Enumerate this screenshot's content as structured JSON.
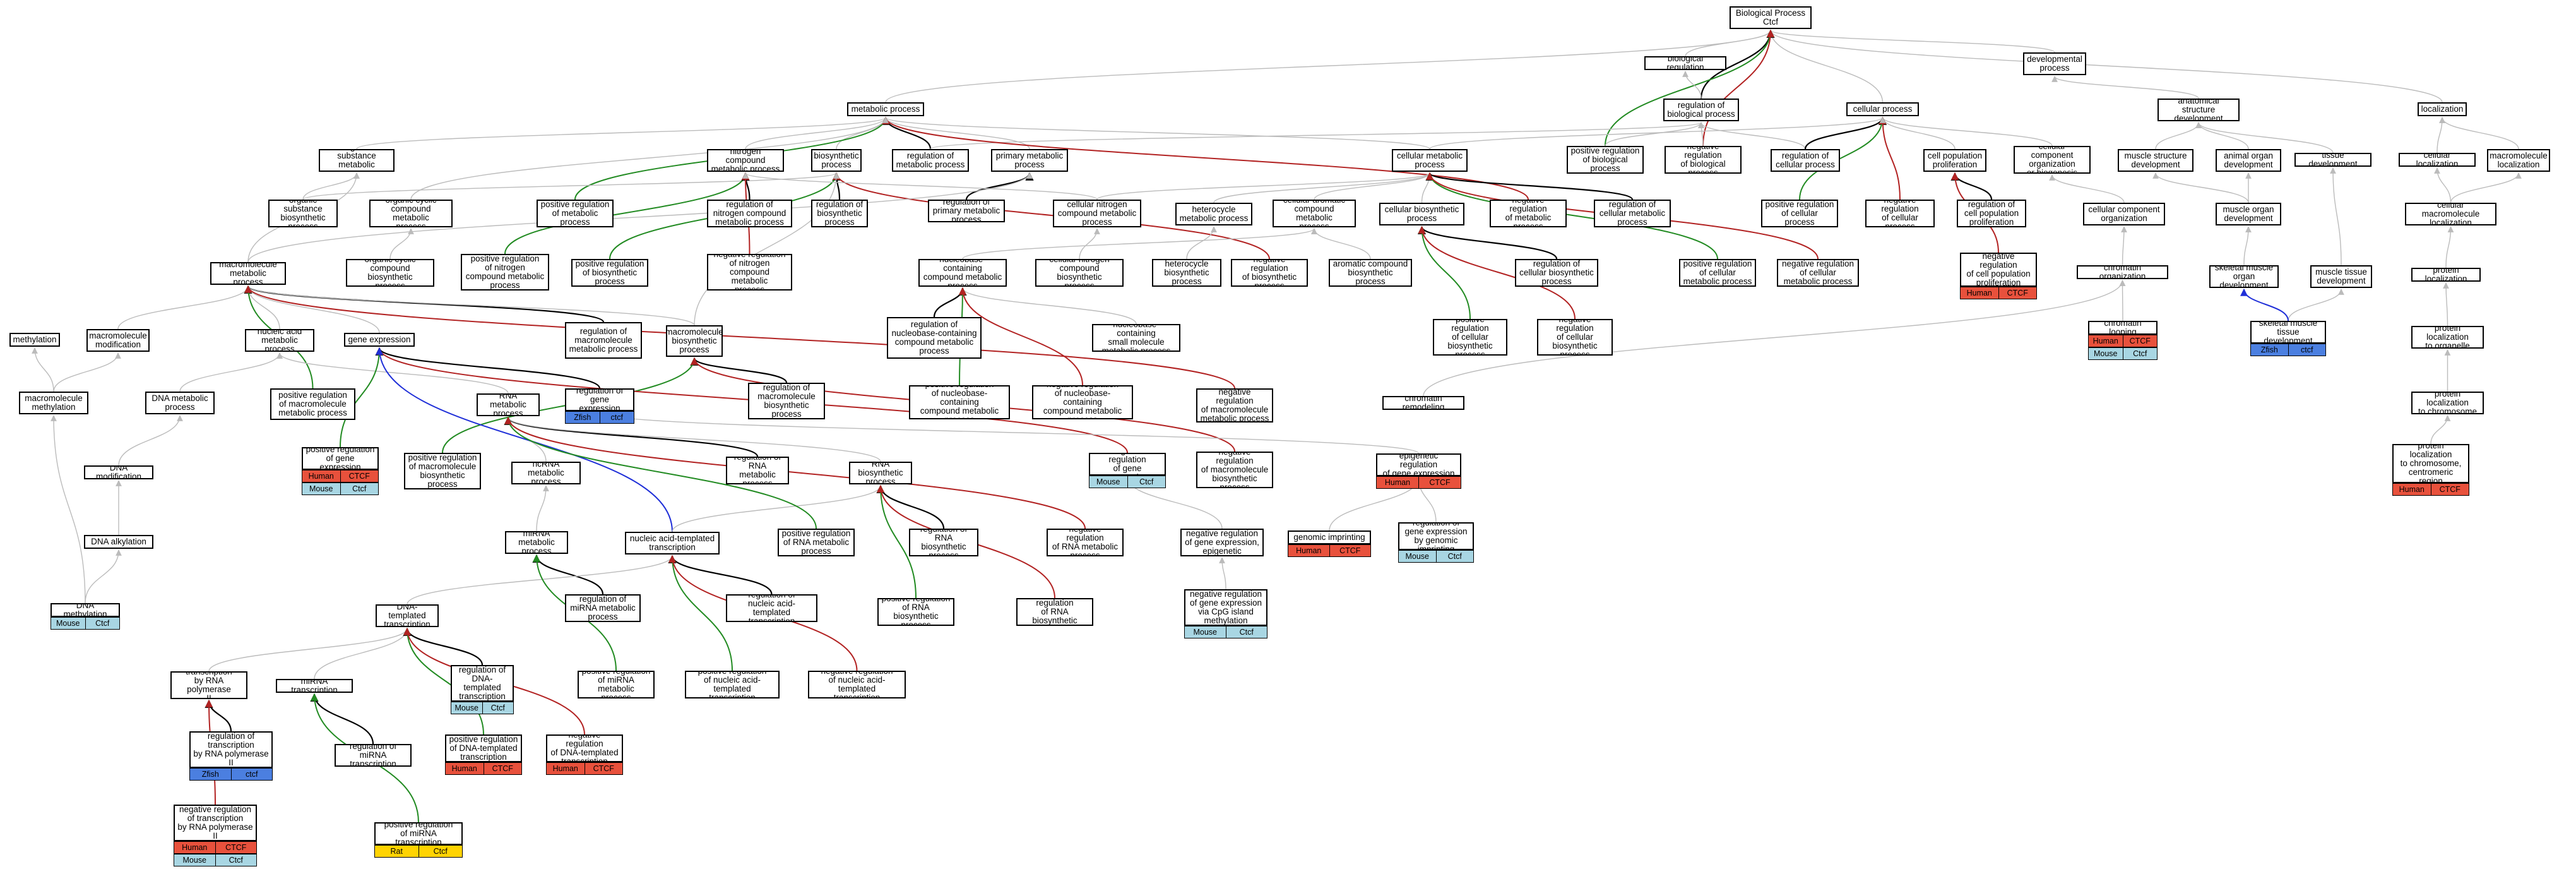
{
  "colors": {
    "human": "#e8513c",
    "mouse": "#a8d6e3",
    "zfish": "#4b7fe0",
    "rat": "#ffd300",
    "default_edge": "#bbbbbb",
    "positive_edge": "#228b22",
    "negative_edge": "#b22222",
    "part_of_edge": "#000000",
    "blue_edge": "#1f2fd8"
  },
  "nodes": [
    {
      "id": "bp",
      "label": "Biological Process\nCtcf"
    },
    {
      "id": "biolreg",
      "label": "biological regulation"
    },
    {
      "id": "devproc",
      "label": "developmental\nprocess"
    },
    {
      "id": "metab",
      "label": "metabolic process"
    },
    {
      "id": "regbio",
      "label": "regulation of\nbiological process"
    },
    {
      "id": "cellproc",
      "label": "cellular process"
    },
    {
      "id": "anat",
      "label": "anatomical structure\ndevelopment"
    },
    {
      "id": "local",
      "label": "localization"
    },
    {
      "id": "orgsub",
      "label": "organic substance\nmetabolic process"
    },
    {
      "id": "nitro",
      "label": "nitrogen compound\nmetabolic process"
    },
    {
      "id": "biosyn",
      "label": "biosynthetic\nprocess"
    },
    {
      "id": "regmetab",
      "label": "regulation of\nmetabolic process"
    },
    {
      "id": "primmetab",
      "label": "primary metabolic\nprocess"
    },
    {
      "id": "cellmetab",
      "label": "cellular metabolic\nprocess"
    },
    {
      "id": "posregbio",
      "label": "positive regulation\nof biological\nprocess"
    },
    {
      "id": "negregbio",
      "label": "negative regulation\nof biological\nprocess"
    },
    {
      "id": "regcell",
      "label": "regulation of\ncellular process"
    },
    {
      "id": "cellpop",
      "label": "cell population\nproliferation"
    },
    {
      "id": "cellcomp",
      "label": "cellular component\norganization\nor biogenesis"
    },
    {
      "id": "musclestr",
      "label": "muscle structure\ndevelopment"
    },
    {
      "id": "animorgan",
      "label": "animal organ\ndevelopment"
    },
    {
      "id": "tissue",
      "label": "tissue development"
    },
    {
      "id": "celllocal",
      "label": "cellular localization"
    },
    {
      "id": "macrolocal",
      "label": "macromolecule\nlocalization"
    },
    {
      "id": "orgsubbio",
      "label": "organic substance\nbiosynthetic\nprocess"
    },
    {
      "id": "orgcyc",
      "label": "organic cyclic\ncompound metabolic\nprocess"
    },
    {
      "id": "posregmetab",
      "label": "positive regulation\nof metabolic\nprocess"
    },
    {
      "id": "regnitro",
      "label": "regulation of\nnitrogen compound\nmetabolic process"
    },
    {
      "id": "regbiosyn",
      "label": "regulation of\nbiosynthetic\nprocess"
    },
    {
      "id": "regprim",
      "label": "regulation of\nprimary metabolic\nprocess"
    },
    {
      "id": "cellnitro",
      "label": "cellular nitrogen\ncompound metabolic\nprocess"
    },
    {
      "id": "hetero",
      "label": "heterocycle\nmetabolic process"
    },
    {
      "id": "cellarom",
      "label": "cellular aromatic\ncompound metabolic\nprocess"
    },
    {
      "id": "cellbiosyn",
      "label": "cellular biosynthetic\nprocess"
    },
    {
      "id": "negregmetab",
      "label": "negative regulation\nof metabolic\nprocess"
    },
    {
      "id": "regcellmetab",
      "label": "regulation of\ncellular metabolic\nprocess"
    },
    {
      "id": "posregcell",
      "label": "positive regulation\nof cellular\nprocess"
    },
    {
      "id": "negregcell",
      "label": "negative regulation\nof cellular\nprocess"
    },
    {
      "id": "regcellpop",
      "label": "regulation of\ncell population\nproliferation"
    },
    {
      "id": "cellcomporg",
      "label": "cellular component\norganization"
    },
    {
      "id": "muscleorgan",
      "label": "muscle organ\ndevelopment"
    },
    {
      "id": "cellmacrolocal",
      "label": "cellular macromolecule\nlocalization"
    },
    {
      "id": "macrometab",
      "label": "macromolecule\nmetabolic process"
    },
    {
      "id": "orgcycbio",
      "label": "organic cyclic\ncompound biosynthetic\nprocess"
    },
    {
      "id": "posregnitro",
      "label": "positive regulation\nof nitrogen\ncompound metabolic\nprocess"
    },
    {
      "id": "posregbiosyn",
      "label": "positive regulation\nof biosynthetic\nprocess"
    },
    {
      "id": "negregnitro",
      "label": "negative regulation\nof nitrogen\ncompound metabolic\nprocess"
    },
    {
      "id": "nucleobase",
      "label": "nucleobase-containing\ncompound metabolic\nprocess"
    },
    {
      "id": "cellnitrobio",
      "label": "cellular nitrogen\ncompound biosynthetic\nprocess"
    },
    {
      "id": "heterobio",
      "label": "heterocycle\nbiosynthetic\nprocess"
    },
    {
      "id": "negregbiosyn",
      "label": "negative regulation\nof biosynthetic\nprocess"
    },
    {
      "id": "aromaticbio",
      "label": "aromatic compound\nbiosynthetic\nprocess"
    },
    {
      "id": "regcellbiosyn",
      "label": "regulation of\ncellular biosynthetic\nprocess"
    },
    {
      "id": "posregcellmetab",
      "label": "positive regulation\nof cellular\nmetabolic process"
    },
    {
      "id": "negregcellmetab",
      "label": "negative regulation\nof cellular\nmetabolic process"
    },
    {
      "id": "negregcellpop",
      "label": "negative regulation\nof cell population\nproliferation"
    },
    {
      "id": "chromorg",
      "label": "chromatin organization"
    },
    {
      "id": "skelmuscleorgan",
      "label": "skeletal muscle\norgan development"
    },
    {
      "id": "muscletissue",
      "label": "muscle tissue\ndevelopment"
    },
    {
      "id": "protlocal",
      "label": "protein localization"
    },
    {
      "id": "methylation",
      "label": "methylation"
    },
    {
      "id": "macromod",
      "label": "macromolecule\nmodification"
    },
    {
      "id": "nucacid",
      "label": "nucleic acid\nmetabolic process"
    },
    {
      "id": "geneexp",
      "label": "gene expression"
    },
    {
      "id": "regmacro",
      "label": "regulation of\nmacromolecule\nmetabolic process"
    },
    {
      "id": "macrobiosyn",
      "label": "macromolecule\nbiosynthetic\nprocess"
    },
    {
      "id": "regnucbio",
      "label": "regulation of\nnucleobase-containing\ncompound metabolic\nprocess"
    },
    {
      "id": "nucbio",
      "label": "nucleobase-containing\nsmall molecule\nmetabolic process"
    },
    {
      "id": "posregcellbiosyn",
      "label": "positive regulation\nof cellular\nbiosynthetic\nprocess"
    },
    {
      "id": "negregcellbiosyn",
      "label": "negative regulation\nof cellular\nbiosynthetic\nprocess"
    },
    {
      "id": "chromloop",
      "label": "chromatin looping"
    },
    {
      "id": "skelmuscletissue",
      "label": "skeletal muscle\ntissue development"
    },
    {
      "id": "protorganelle",
      "label": "protein localization\nto organelle"
    },
    {
      "id": "macrometh",
      "label": "macromolecule\nmethylation"
    },
    {
      "id": "dnametab",
      "label": "DNA metabolic\nprocess"
    },
    {
      "id": "posregmacro",
      "label": "positive regulation\nof macromolecule\nmetabolic process"
    },
    {
      "id": "reggeneexp",
      "label": "regulation of\ngene expression"
    },
    {
      "id": "rnametab",
      "label": "RNA metabolic\nprocess"
    },
    {
      "id": "regmacrobio",
      "label": "regulation of\nmacromolecule\nbiosynthetic\nprocess"
    },
    {
      "id": "posregnucbio",
      "label": "positive regulation\nof nucleobase-containing\ncompound metabolic\nprocess"
    },
    {
      "id": "negregnucbio",
      "label": "negative regulation\nof nucleobase-containing\ncompound metabolic\nprocess"
    },
    {
      "id": "negregmacro",
      "label": "negative regulation\nof macromolecule\nmetabolic process"
    },
    {
      "id": "chromremod",
      "label": "chromatin remodeling"
    },
    {
      "id": "protchrom",
      "label": "protein localization\nto chromosome"
    },
    {
      "id": "dnamod",
      "label": "DNA modification"
    },
    {
      "id": "posreggeneexp",
      "label": "positive regulation\nof gene expression"
    },
    {
      "id": "posregmacrobio",
      "label": "positive regulation\nof macromolecule\nbiosynthetic\nprocess"
    },
    {
      "id": "ncrna",
      "label": "ncRNA metabolic\nprocess"
    },
    {
      "id": "regrnametab",
      "label": "regulation of\nRNA metabolic\nprocess"
    },
    {
      "id": "rnabiosyn",
      "label": "RNA biosynthetic\nprocess"
    },
    {
      "id": "negreggeneexp",
      "label": "negative regulation\nof gene expression"
    },
    {
      "id": "negregmacrobio",
      "label": "negative regulation\nof macromolecule\nbiosynthetic\nprocess"
    },
    {
      "id": "epireg",
      "label": "epigenetic regulation\nof gene expression"
    },
    {
      "id": "protcentro",
      "label": "protein localization\nto chromosome,\ncentromeric\nregion"
    },
    {
      "id": "dnaalk",
      "label": "DNA alkylation"
    },
    {
      "id": "mirnametab",
      "label": "miRNA metabolic\nprocess"
    },
    {
      "id": "nuctrans",
      "label": "nucleic acid-templated\ntranscription"
    },
    {
      "id": "posregrna",
      "label": "positive regulation\nof RNA metabolic\nprocess"
    },
    {
      "id": "regrnabio",
      "label": "regulation of\nRNA biosynthetic\nprocess"
    },
    {
      "id": "negregrna",
      "label": "negative regulation\nof RNA metabolic\nprocess"
    },
    {
      "id": "negreggeneepi",
      "label": "negative regulation\nof gene expression,\nepigenetic"
    },
    {
      "id": "genomicimp",
      "label": "genomic imprinting"
    },
    {
      "id": "reggeneimp",
      "label": "regulation of\ngene expression\nby genomic imprinting"
    },
    {
      "id": "regmirna",
      "label": "regulation of\nmiRNA metabolic\nprocess"
    },
    {
      "id": "regnuctrans",
      "label": "regulation of\nnucleic acid-templated\ntranscription"
    },
    {
      "id": "posregrnabio",
      "label": "positive regulation\nof RNA biosynthetic\nprocess"
    },
    {
      "id": "negregrnabio",
      "label": "negative regulation\nof RNA biosynthetic\nprocess"
    },
    {
      "id": "negreggenecpg",
      "label": "negative regulation\nof gene expression\nvia CpG island\nmethylation"
    },
    {
      "id": "dnameth",
      "label": "DNA methylation"
    },
    {
      "id": "dnatrans",
      "label": "DNA-templated\ntranscription"
    },
    {
      "id": "posregmirna",
      "label": "positive regulation\nof miRNA metabolic\nprocess"
    },
    {
      "id": "posregnuctrans",
      "label": "positive regulation\nof nucleic acid-templated\ntranscription"
    },
    {
      "id": "negregnuctrans",
      "label": "negative regulation\nof nucleic acid-templated\ntranscription"
    },
    {
      "id": "transpol2",
      "label": "transcription\nby RNA polymerase\nII"
    },
    {
      "id": "mirnatrans",
      "label": "miRNA transcription"
    },
    {
      "id": "regdnatrans",
      "label": "regulation of\nDNA-templated\ntranscription"
    },
    {
      "id": "regtranspol2",
      "label": "regulation of\ntranscription\nby RNA polymerase\nII"
    },
    {
      "id": "regmirnatrans",
      "label": "regulation of\nmiRNA transcription"
    },
    {
      "id": "posregdnatrans",
      "label": "positive regulation\nof DNA-templated\ntranscription"
    },
    {
      "id": "negregdnatrans",
      "label": "negative regulation\nof DNA-templated\ntranscription"
    },
    {
      "id": "negregtranspol2",
      "label": "negative regulation\nof transcription\nby RNA polymerase\nII"
    },
    {
      "id": "posregmirnatrans",
      "label": "positive regulation\nof miRNA transcription"
    }
  ],
  "annotations": [
    {
      "node": "negregcellpop",
      "rows": [
        [
          "Human",
          "CTCF"
        ]
      ],
      "colors": [
        "human"
      ]
    },
    {
      "node": "chromloop",
      "rows": [
        [
          "Human",
          "CTCF"
        ],
        [
          "Mouse",
          "Ctcf"
        ]
      ],
      "colors": [
        "human",
        "mouse"
      ]
    },
    {
      "node": "skelmuscletissue",
      "rows": [
        [
          "Zfish",
          "ctcf"
        ]
      ],
      "colors": [
        "zfish"
      ]
    },
    {
      "node": "reggeneexp",
      "rows": [
        [
          "Zfish",
          "ctcf"
        ]
      ],
      "colors": [
        "zfish"
      ]
    },
    {
      "node": "posreggeneexp",
      "rows": [
        [
          "Human",
          "CTCF"
        ],
        [
          "Mouse",
          "Ctcf"
        ]
      ],
      "colors": [
        "human",
        "mouse"
      ]
    },
    {
      "node": "negreggeneexp",
      "rows": [
        [
          "Mouse",
          "Ctcf"
        ]
      ],
      "colors": [
        "mouse"
      ]
    },
    {
      "node": "epireg",
      "rows": [
        [
          "Human",
          "CTCF"
        ]
      ],
      "colors": [
        "human"
      ]
    },
    {
      "node": "protcentro",
      "rows": [
        [
          "Human",
          "CTCF"
        ]
      ],
      "colors": [
        "human"
      ]
    },
    {
      "node": "genomicimp",
      "rows": [
        [
          "Human",
          "CTCF"
        ]
      ],
      "colors": [
        "human"
      ]
    },
    {
      "node": "reggeneimp",
      "rows": [
        [
          "Mouse",
          "Ctcf"
        ]
      ],
      "colors": [
        "mouse"
      ]
    },
    {
      "node": "negreggenecpg",
      "rows": [
        [
          "Mouse",
          "Ctcf"
        ]
      ],
      "colors": [
        "mouse"
      ]
    },
    {
      "node": "dnameth",
      "rows": [
        [
          "Mouse",
          "Ctcf"
        ]
      ],
      "colors": [
        "mouse"
      ]
    },
    {
      "node": "regdnatrans",
      "rows": [
        [
          "Mouse",
          "Ctcf"
        ]
      ],
      "colors": [
        "mouse"
      ]
    },
    {
      "node": "posregdnatrans",
      "rows": [
        [
          "Human",
          "CTCF"
        ]
      ],
      "colors": [
        "human"
      ]
    },
    {
      "node": "negregdnatrans",
      "rows": [
        [
          "Human",
          "CTCF"
        ]
      ],
      "colors": [
        "human"
      ]
    },
    {
      "node": "regtranspol2",
      "rows": [
        [
          "Zfish",
          "ctcf"
        ]
      ],
      "colors": [
        "zfish"
      ]
    },
    {
      "node": "negregtranspol2",
      "rows": [
        [
          "Human",
          "CTCF"
        ],
        [
          "Mouse",
          "Ctcf"
        ]
      ],
      "colors": [
        "human",
        "mouse"
      ]
    },
    {
      "node": "posregmirnatrans",
      "rows": [
        [
          "Rat",
          "Ctcf"
        ]
      ],
      "colors": [
        "rat"
      ]
    }
  ]
}
